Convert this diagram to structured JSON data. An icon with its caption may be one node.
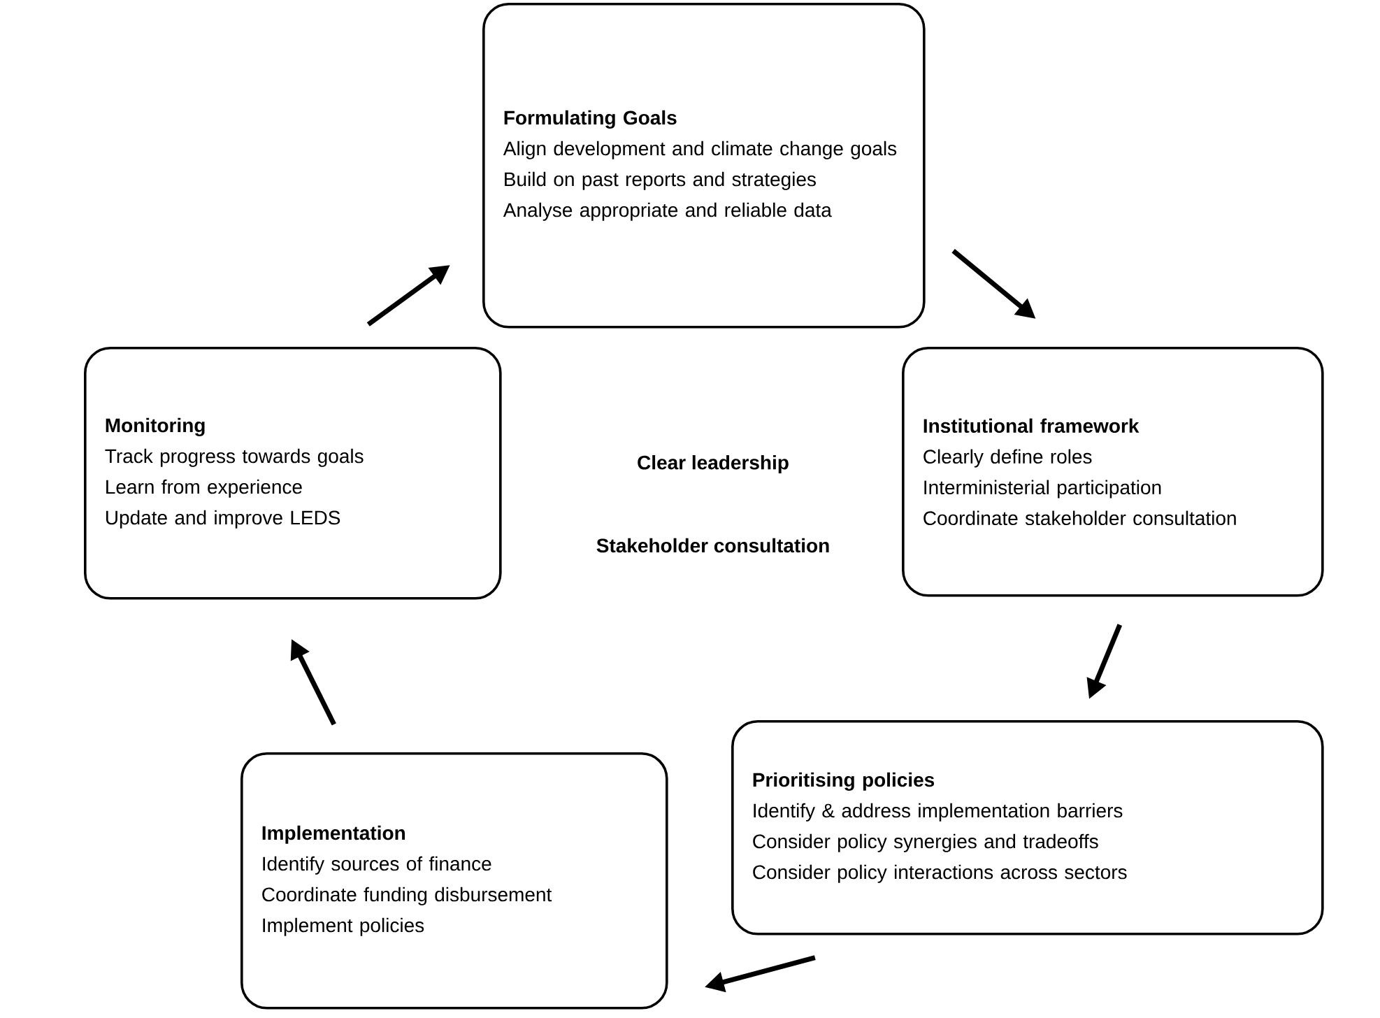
{
  "diagram": {
    "nodes": [
      {
        "text": [
          "Formulating Goals",
          "Align development and climate change goals",
          "Build on past reports and strategies",
          "Analyse appropriate and reliable data"
        ]
      },
      {
        "text": [
          "Institutional framework",
          "Clearly define roles",
          "Interministerial participation",
          "Coordinate stakeholder consultation"
        ]
      },
      {
        "text": [
          "Prioritising policies",
          "Identify & address implementation barriers",
          "Consider policy synergies and tradeoffs",
          "Consider policy interactions across sectors"
        ]
      },
      {
        "text": [
          "Implementation",
          "Identify sources of finance",
          "Coordinate funding disbursement",
          "Implement policies"
        ]
      },
      {
        "text": [
          "Monitoring",
          "Track progress towards goals",
          "Learn from experience",
          "Update and improve LEDS"
        ]
      }
    ],
    "edges": [
      {
        "from": 0,
        "to": 1,
        "arrow": "to"
      },
      {
        "from": 1,
        "to": 2,
        "arrow": "to"
      },
      {
        "from": 2,
        "to": 3,
        "arrow": "to"
      },
      {
        "from": 3,
        "to": 4,
        "arrow": "to"
      },
      {
        "from": 4,
        "to": 0,
        "arrow": "to"
      }
    ],
    "labels": [
      "Clear leadership",
      "Stakeholder consultation"
    ]
  }
}
